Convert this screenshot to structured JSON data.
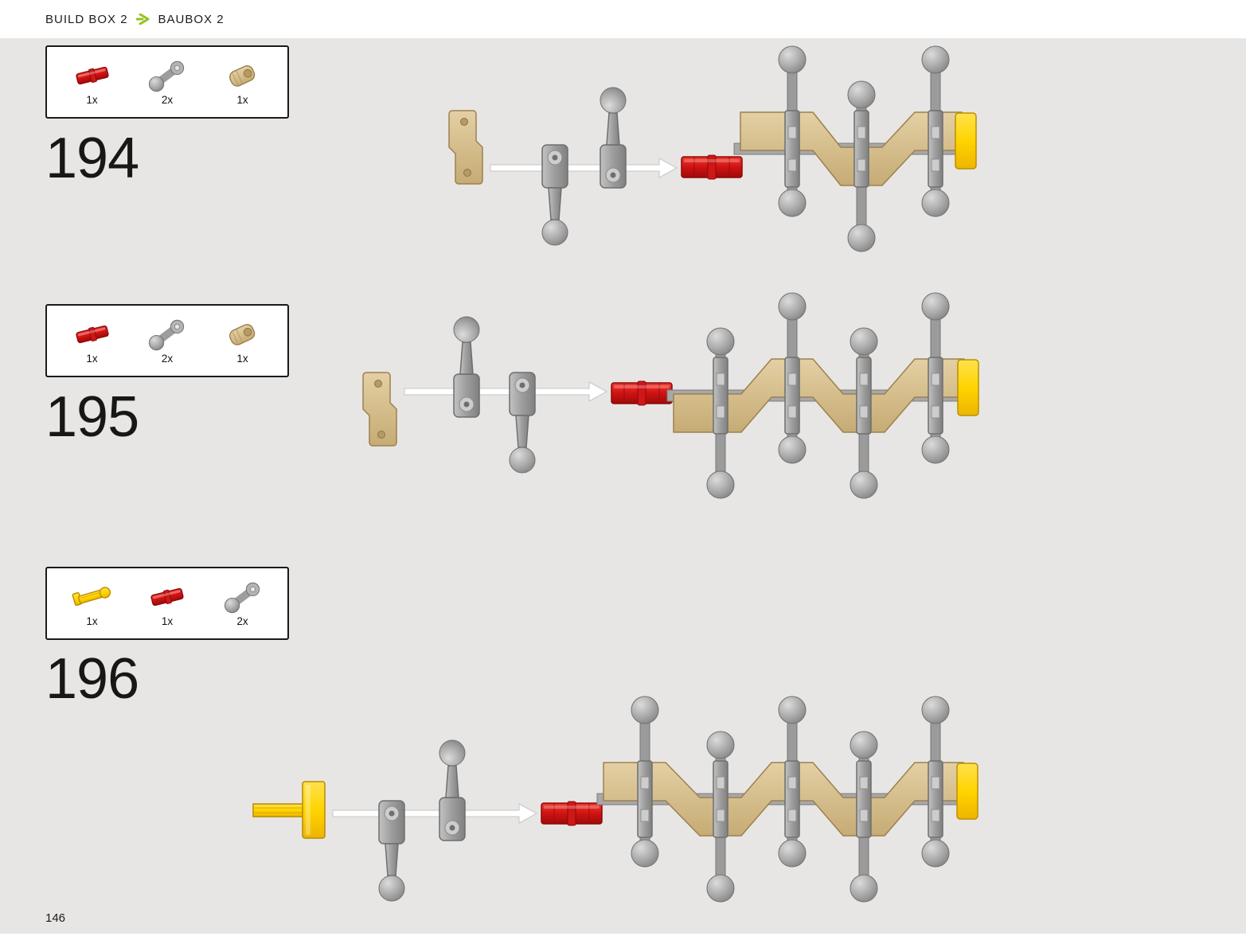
{
  "header": {
    "build_box": "BUILD BOX 2",
    "baubox": "BAUBOX 2",
    "arrow_icon": "green-arrow-icon"
  },
  "page": {
    "number": "146"
  },
  "colors": {
    "background": "#e8e6e4",
    "accent_green": "#97c21e",
    "piece_red": "#d01212",
    "piece_gray": "#9d9d9d",
    "piece_tan": "#d3b987",
    "piece_yellow": "#ffd400"
  },
  "steps": [
    {
      "number": "194",
      "parts": [
        {
          "icon": "red-axle-icon",
          "qty": "1x"
        },
        {
          "icon": "gray-crank-arm-icon",
          "qty": "2x"
        },
        {
          "icon": "tan-connector-icon",
          "qty": "1x"
        }
      ]
    },
    {
      "number": "195",
      "parts": [
        {
          "icon": "red-axle-icon",
          "qty": "1x"
        },
        {
          "icon": "gray-crank-arm-icon",
          "qty": "2x"
        },
        {
          "icon": "tan-connector-icon",
          "qty": "1x"
        }
      ]
    },
    {
      "number": "196",
      "parts": [
        {
          "icon": "yellow-axle-icon",
          "qty": "1x"
        },
        {
          "icon": "red-axle-icon",
          "qty": "1x"
        },
        {
          "icon": "gray-crank-arm-icon",
          "qty": "2x"
        }
      ]
    }
  ]
}
